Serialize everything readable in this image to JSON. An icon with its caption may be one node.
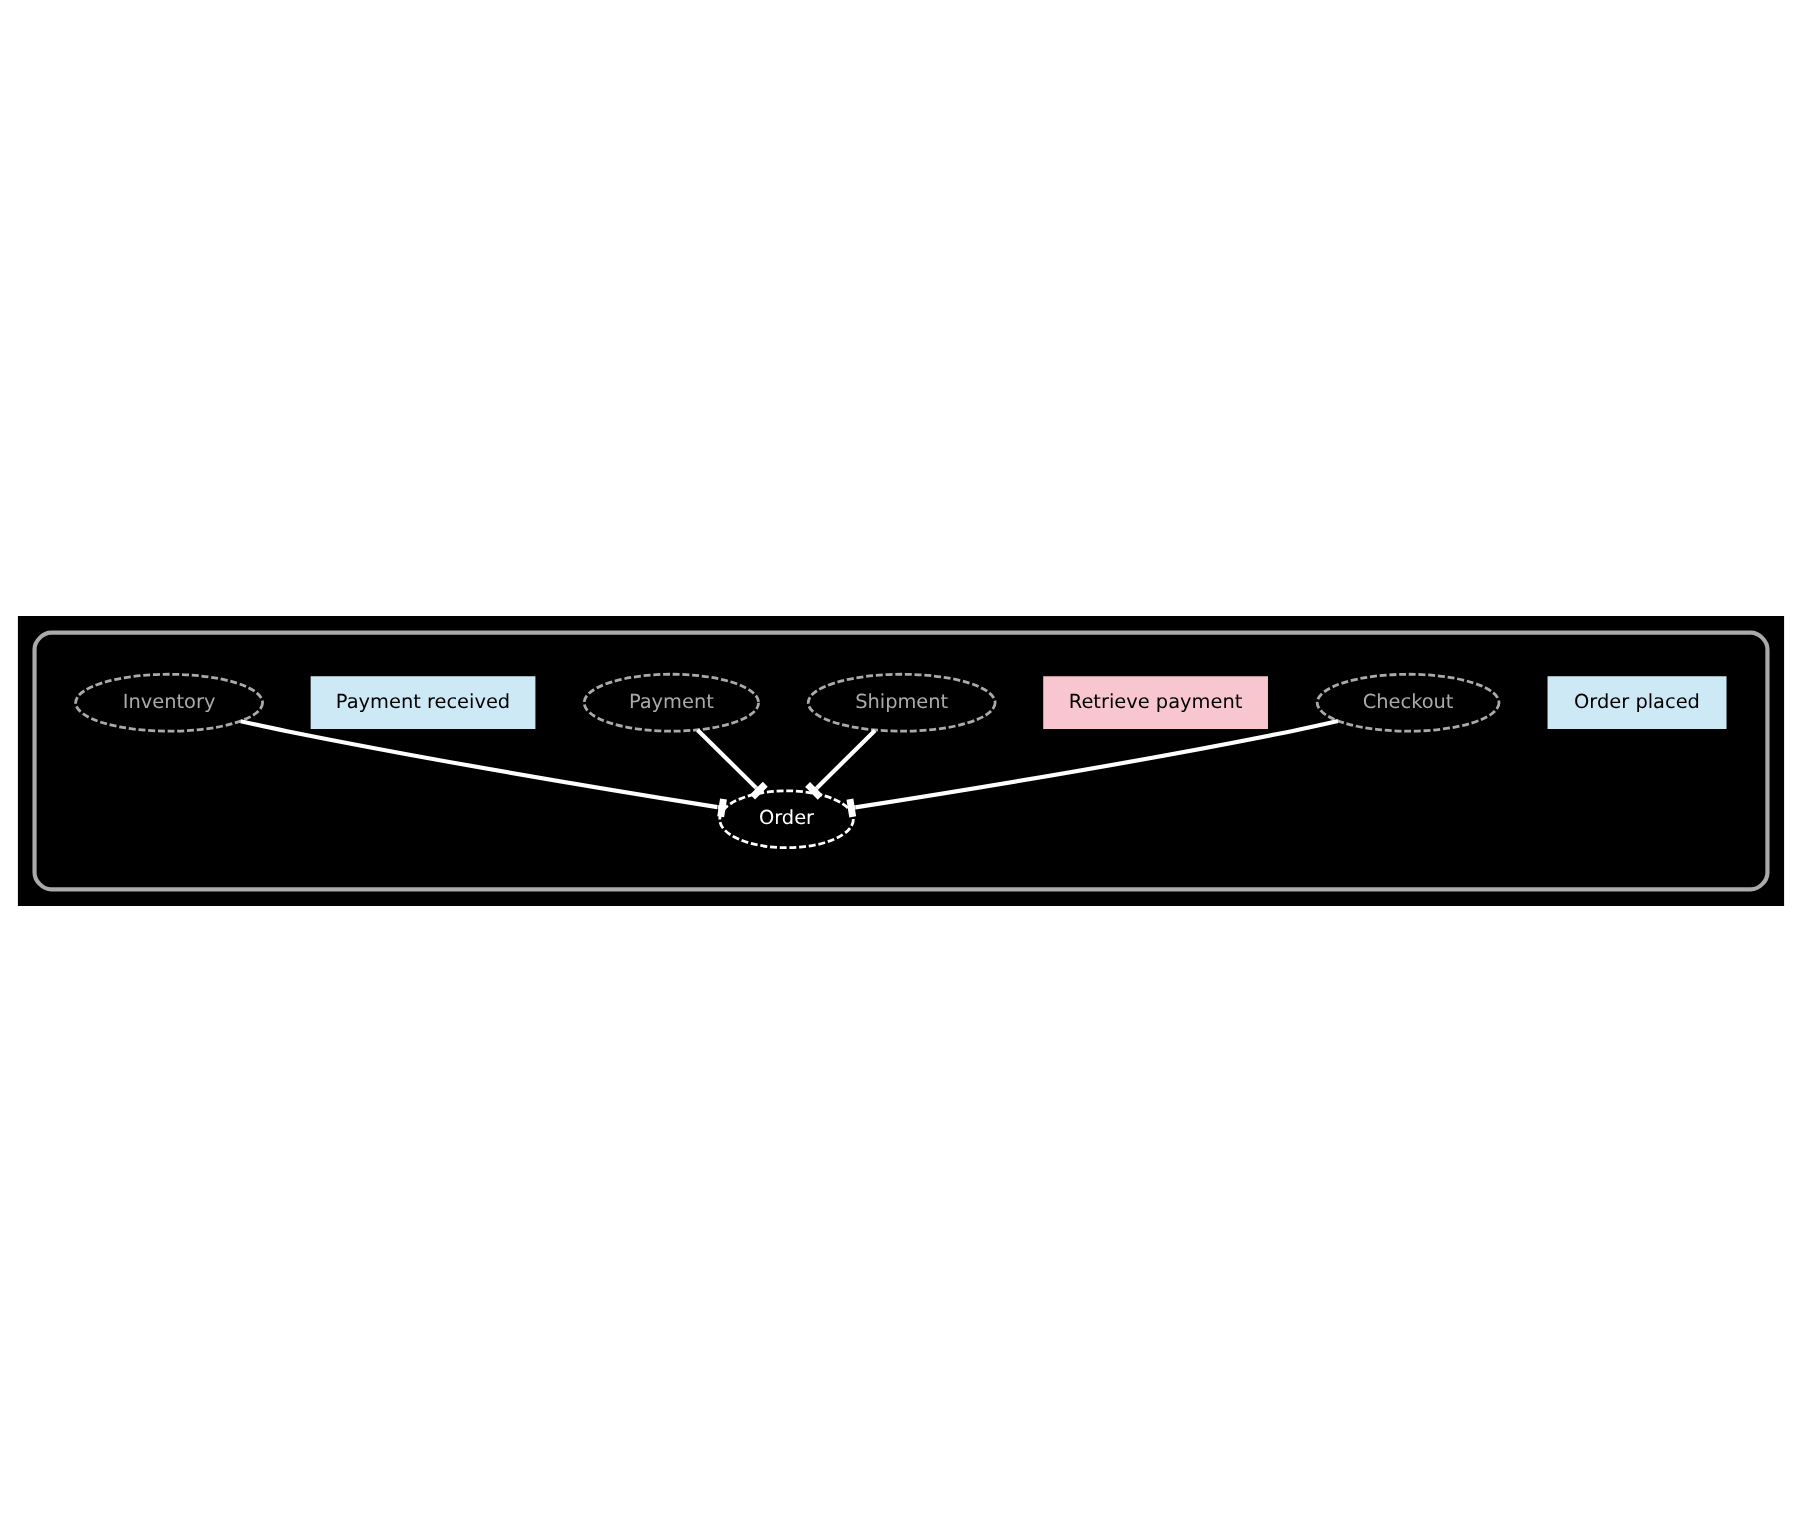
{
  "diagram": {
    "nodes": [
      {
        "text": [],
        "shape": "box"
      },
      {
        "text": [
          "Order placed"
        ],
        "in": 0
      },
      {
        "text": [
          "Checkout"
        ],
        "in": 0
      },
      {
        "text": [
          "Order"
        ],
        "in": 0
      },
      {
        "text": [
          "Retrieve payment"
        ],
        "in": 0
      },
      {
        "text": [
          "Shipment"
        ],
        "in": 0
      },
      {
        "text": [
          "Payment"
        ],
        "in": 0
      },
      {
        "text": [
          "Payment received"
        ],
        "in": 0
      },
      {
        "text": [
          "Inventory"
        ],
        "in": 0
      }
    ],
    "edges": [
      {
        "from": 2,
        "to": 3,
        "arrow": "other"
      },
      {
        "from": 6,
        "to": 3,
        "arrow": "other"
      },
      {
        "from": 8,
        "to": 3,
        "arrow": "other"
      },
      {
        "from": 5,
        "to": 3,
        "arrow": "other"
      }
    ]
  }
}
